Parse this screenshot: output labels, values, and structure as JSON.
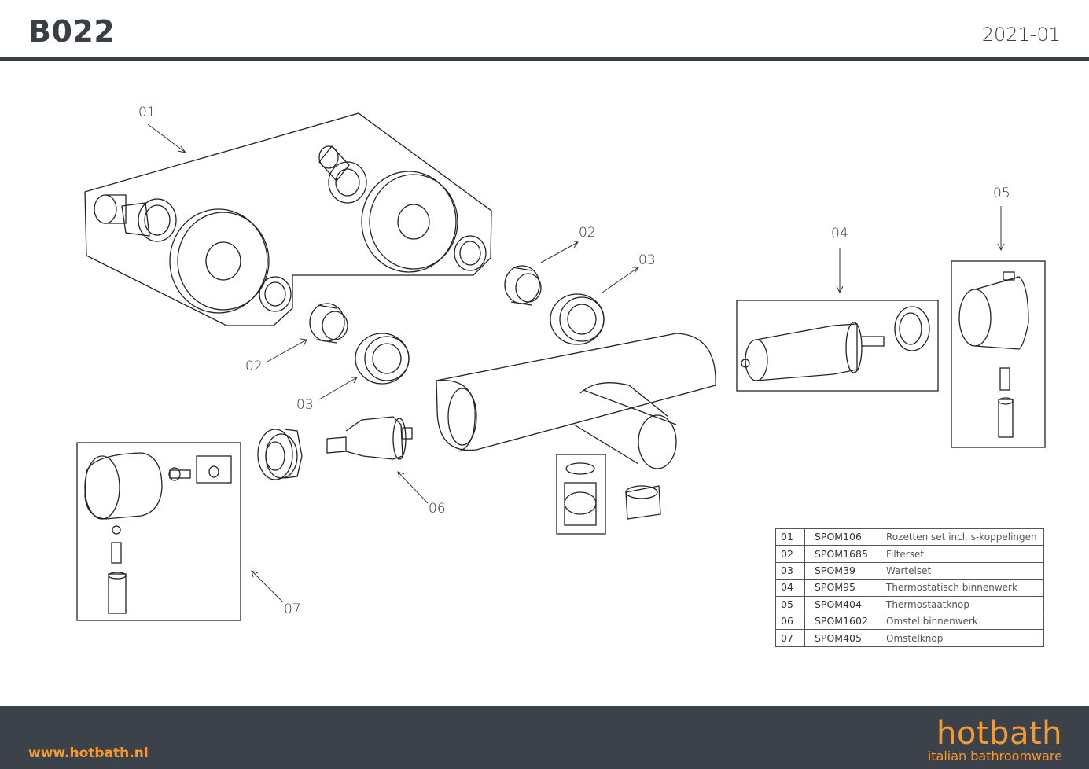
{
  "header": {
    "model_code": "B022",
    "date": "2021-01"
  },
  "callouts": [
    "01",
    "02",
    "02",
    "03",
    "03",
    "04",
    "05",
    "06",
    "07"
  ],
  "parts": [
    {
      "num": "01",
      "code": "SPOM106",
      "desc": "Rozetten set incl. s-koppelingen"
    },
    {
      "num": "02",
      "code": "SPOM1685",
      "desc": "Filterset"
    },
    {
      "num": "03",
      "code": "SPOM39",
      "desc": "Wartelset"
    },
    {
      "num": "04",
      "code": "SPOM95",
      "desc": "Thermostatisch binnenwerk"
    },
    {
      "num": "05",
      "code": "SPOM404",
      "desc": "Thermostaatknop"
    },
    {
      "num": "06",
      "code": "SPOM1602",
      "desc": "Omstel binnenwerk"
    },
    {
      "num": "07",
      "code": "SPOM405",
      "desc": "Omstelknop"
    }
  ],
  "footer": {
    "website": "www.hotbath.nl",
    "brand_name": "hotbath",
    "brand_tagline": "italian bathroomware",
    "brand_color": "#f39a34",
    "bar_color": "#3c424a"
  }
}
